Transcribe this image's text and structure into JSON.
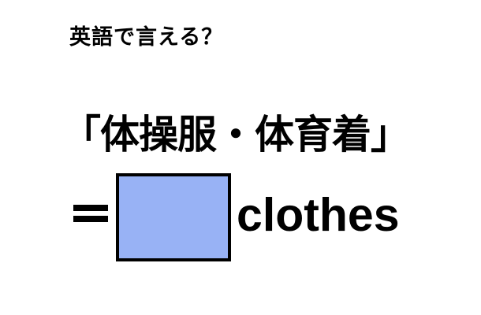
{
  "quiz": {
    "prompt": "英語で言える？",
    "term": "「体操服・体育着」",
    "equals_symbol": "=",
    "answer_blank_color": "#98b2f5",
    "suffix": "clothes"
  }
}
